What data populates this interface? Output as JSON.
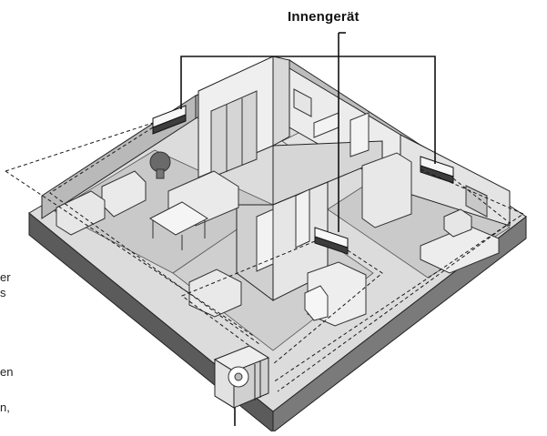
{
  "diagram": {
    "indoor_unit_label": "Innengerät",
    "cut_off_text": [
      "er",
      "s",
      "en",
      "n,"
    ]
  },
  "colors": {
    "wall": "#a7a7a7",
    "wall_dark": "#6f6f6f",
    "floor_fill": "#d2d2d2",
    "lines": "#1a1a1a"
  }
}
